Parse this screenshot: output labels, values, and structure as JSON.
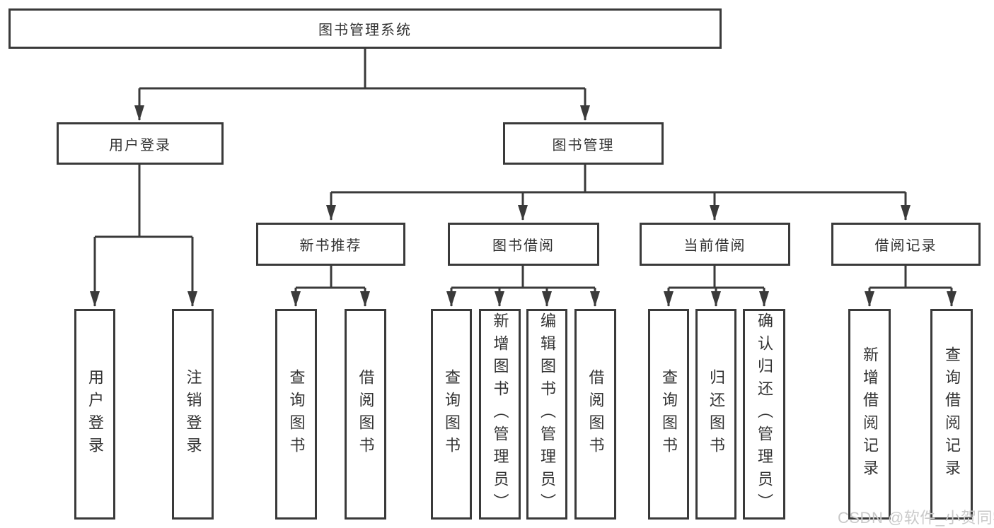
{
  "colors": {
    "line": "#3a3a3a",
    "text": "#333333",
    "background": "#ffffff",
    "watermark": "#c9c9c9"
  },
  "tree": {
    "root": {
      "label": "图书管理系统",
      "children": [
        {
          "label": "用户登录",
          "children": [
            {
              "label": "用户登录"
            },
            {
              "label": "注销登录"
            }
          ]
        },
        {
          "label": "图书管理",
          "children": [
            {
              "label": "新书推荐",
              "children": [
                {
                  "label": "查询图书"
                },
                {
                  "label": "借阅图书"
                }
              ]
            },
            {
              "label": "图书借阅",
              "children": [
                {
                  "label": "查询图书"
                },
                {
                  "label": "新增图书（管理员）"
                },
                {
                  "label": "编辑图书（管理员）"
                },
                {
                  "label": "借阅图书"
                }
              ]
            },
            {
              "label": "当前借阅",
              "children": [
                {
                  "label": "查询图书"
                },
                {
                  "label": "归还图书"
                },
                {
                  "label": "确认归还（管理员）"
                }
              ]
            },
            {
              "label": "借阅记录",
              "children": [
                {
                  "label": "新增借阅记录"
                },
                {
                  "label": "查询借阅记录"
                }
              ]
            }
          ]
        }
      ]
    }
  },
  "watermark": {
    "text": "CSDN @软件_小贺同学"
  }
}
